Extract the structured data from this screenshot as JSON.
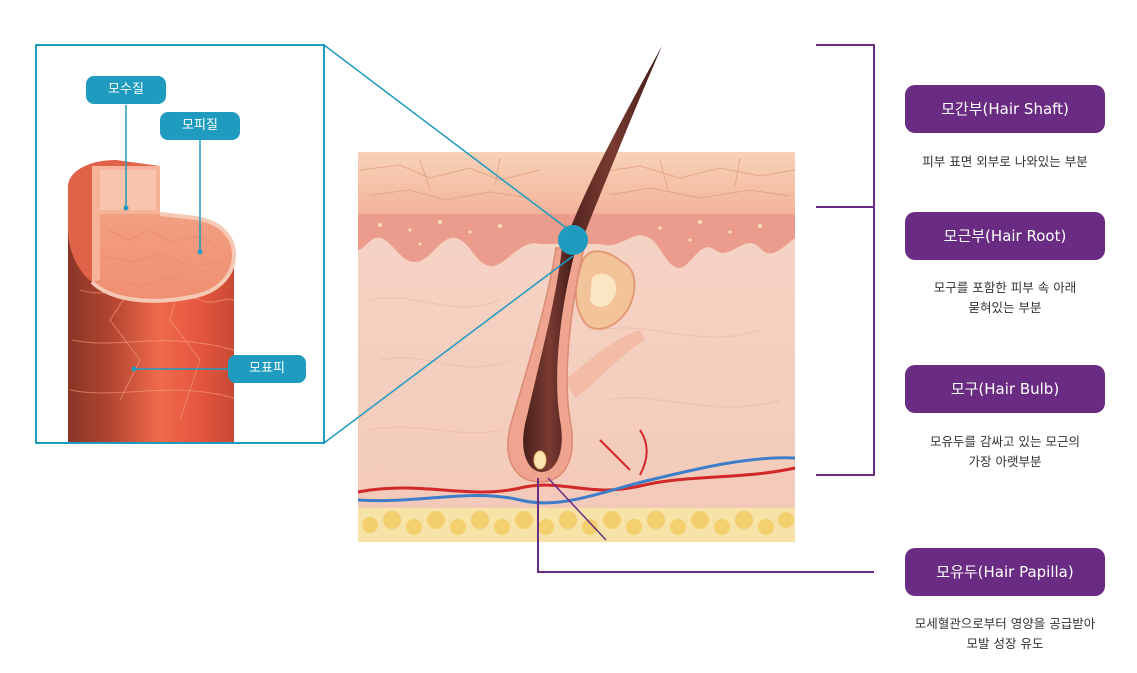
{
  "hair_anatomy": {
    "cross_section_labels": {
      "medulla": "모수질",
      "cortex": "모피질",
      "cuticle": "모표피"
    },
    "parts": [
      {
        "title": "모간부(Hair Shaft)",
        "description": "피부 표면 외부로 나와있는 부분"
      },
      {
        "title": "모근부(Hair Root)",
        "description_line1": "모구를 포함한 피부 속 아래",
        "description_line2": "묻혀있는 부분"
      },
      {
        "title": "모구(Hair Bulb)",
        "description_line1": "모유두를 감싸고 있는 모근의",
        "description_line2": "가장 아랫부분"
      },
      {
        "title": "모유두(Hair Papilla)",
        "description_line1": "모세혈관으로부터 영양을 공급받아",
        "description_line2": "모발 성장 유도"
      }
    ]
  },
  "colors": {
    "purple": "#6a2c83",
    "teal": "#1e9bbf"
  }
}
